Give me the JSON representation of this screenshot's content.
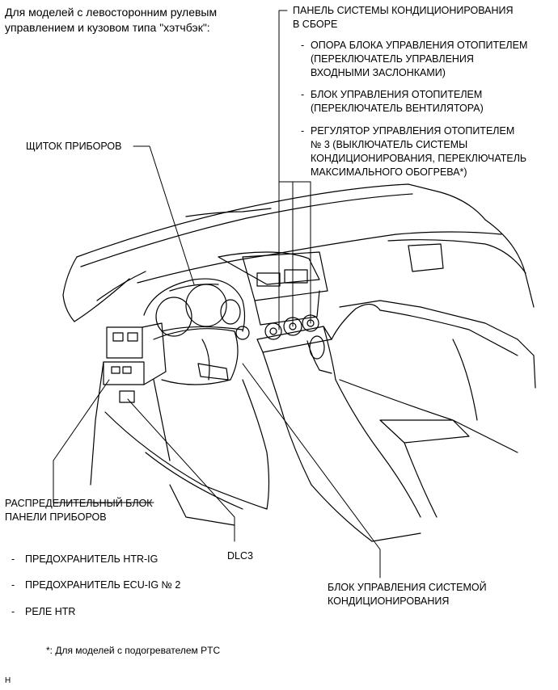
{
  "intro": {
    "line1": "Для моделей с левосторонним рулевым",
    "line2": "управлением и кузовом типа \"хэтчбэк\":"
  },
  "labels": {
    "ac_panel": [
      "ПАНЕЛЬ СИСТЕМЫ КОНДИЦИОНИРОВАНИЯ",
      "В СБОРЕ"
    ],
    "ac_panel_items": [
      {
        "dash": "-",
        "lines": [
          "ОПОРА БЛОКА УПРАВЛЕНИЯ ОТОПИТЕЛЕМ",
          "(ПЕРЕКЛЮЧАТЕЛЬ УПРАВЛЕНИЯ",
          "ВХОДНЫМИ ЗАСЛОНКАМИ)"
        ]
      },
      {
        "dash": "-",
        "lines": [
          "БЛОК УПРАВЛЕНИЯ ОТОПИТЕЛЕМ",
          "(ПЕРЕКЛЮЧАТЕЛЬ ВЕНТИЛЯТОРА)"
        ]
      },
      {
        "dash": "-",
        "lines": [
          "РЕГУЛЯТОР УПРАВЛЕНИЯ ОТОПИТЕЛЕМ",
          "№ 3 (ВЫКЛЮЧАТЕЛЬ СИСТЕМЫ",
          "КОНДИЦИОНИРОВАНИЯ, ПЕРЕКЛЮЧАТЕЛЬ",
          "МАКСИМАЛЬНОГО ОБОГРЕВА*)"
        ]
      }
    ],
    "instrument_cluster": "ЩИТОК ПРИБОРОВ",
    "junction_block": [
      "РАСПРЕДЕЛИТЕЛЬНЫЙ БЛОК",
      "ПАНЕЛИ ПРИБОРОВ"
    ],
    "dlc3": "DLC3",
    "ac_ecu": [
      "БЛОК УПРАВЛЕНИЯ СИСТЕМОЙ",
      "КОНДИЦИОНИРОВАНИЯ"
    ],
    "fuses": [
      {
        "dash": "-",
        "text": "ПРЕДОХРАНИТЕЛЬ HTR-IG"
      },
      {
        "dash": "-",
        "text": "ПРЕДОХРАНИТЕЛЬ ECU-IG № 2"
      },
      {
        "dash": "-",
        "text": "РЕЛЕ HTR"
      }
    ]
  },
  "footnote": "*: Для моделей с подогревателем PTC",
  "corner_mark": "H"
}
